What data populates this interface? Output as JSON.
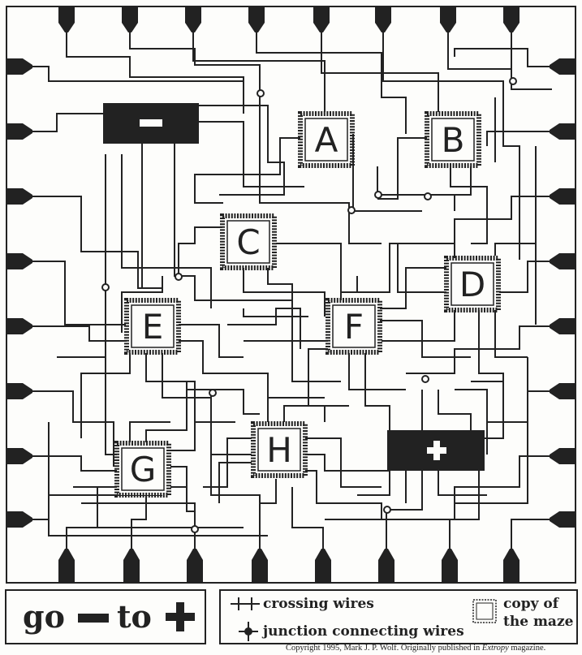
{
  "chips": [
    {
      "id": "chip-a",
      "label": "A"
    },
    {
      "id": "chip-b",
      "label": "B"
    },
    {
      "id": "chip-c",
      "label": "C"
    },
    {
      "id": "chip-d",
      "label": "D"
    },
    {
      "id": "chip-e",
      "label": "E"
    },
    {
      "id": "chip-f",
      "label": "F"
    },
    {
      "id": "chip-g",
      "label": "G"
    },
    {
      "id": "chip-h",
      "label": "H"
    }
  ],
  "terminals": {
    "minus_label": "−",
    "plus_label": "+"
  },
  "legend": {
    "goal_go": "go",
    "goal_to": "to",
    "crossing_label": "crossing wires",
    "junction_label": "junction connecting wires",
    "copy_label_line1": "copy of",
    "copy_label_line2": "the maze"
  },
  "copyright": {
    "prefix": "Copyright 1995, Mark J. P. Wolf.  Originally published in ",
    "magazine": "Extropy",
    "suffix": " magazine."
  },
  "colors": {
    "ink": "#222222",
    "paper": "#fdfdfb"
  }
}
